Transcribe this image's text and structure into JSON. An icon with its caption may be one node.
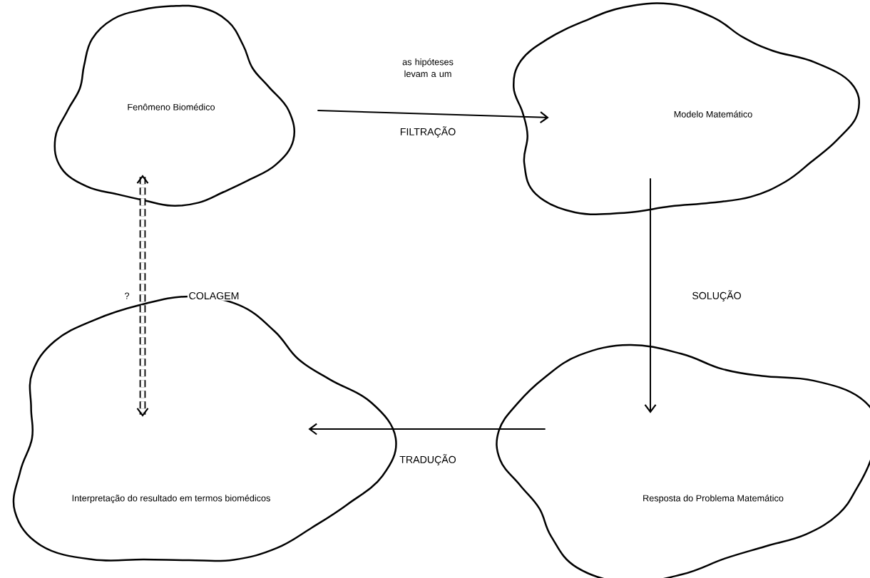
{
  "diagram": {
    "nodes": [
      {
        "text": [
          "Fenômeno Biomédico"
        ]
      },
      {
        "text": [
          "Modelo Matemático"
        ]
      },
      {
        "text": [
          "Resposta do Problema Matemático"
        ]
      },
      {
        "text": [
          "Interpretação do resultado em termos biomédicos"
        ]
      }
    ],
    "edges": [
      {
        "from": 0,
        "to": 1,
        "arrow": "to",
        "label": "FILTRAÇÃO"
      },
      {
        "from": 1,
        "to": 2,
        "arrow": "to",
        "label": "SOLUÇÃO"
      },
      {
        "from": 2,
        "to": 3,
        "arrow": "to",
        "label": "TRADUÇÃO"
      },
      {
        "from": 0,
        "to": 3,
        "arrow": "both",
        "style": "dashed",
        "label": "COLAGEM"
      }
    ],
    "labels": [
      "as hipóteses levam a um",
      "?"
    ]
  }
}
